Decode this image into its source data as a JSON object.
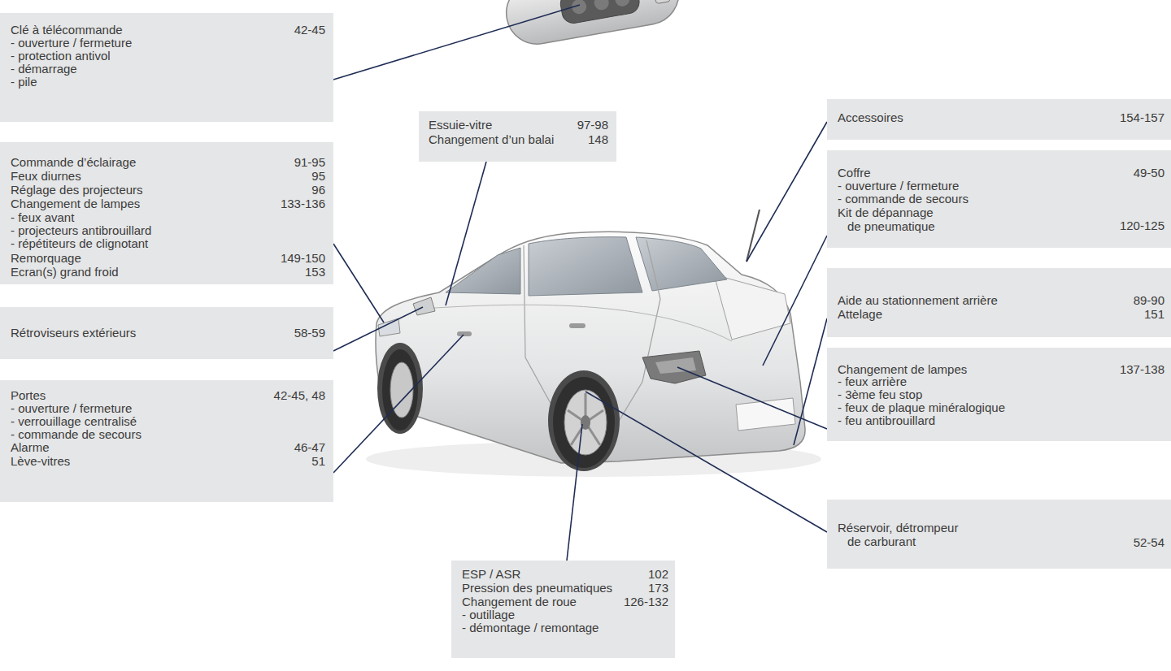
{
  "diagram": {
    "nodes": [
      {
        "text": [
          "Clé à télécommande",
          "42-45",
          "- ouverture / fermeture",
          "- protection antivol",
          "- démarrage",
          "- pile"
        ]
      },
      {
        "text": [
          "Commande d’éclairage",
          "91-95",
          "Feux diurnes",
          "95",
          "Réglage des projecteurs",
          "96",
          "Changement de lampes",
          "133-136",
          "- feux avant",
          "- projecteurs antibrouillard",
          "- répétiteurs de clignotant",
          "Remorquage",
          "149-150",
          "Ecran(s) grand froid",
          "153"
        ]
      },
      {
        "text": [
          "Rétroviseurs extérieurs",
          "58-59"
        ]
      },
      {
        "text": [
          "Portes",
          "42-45, 48",
          "- ouverture / fermeture",
          "- verrouillage centralisé",
          "- commande de secours",
          "Alarme",
          "46-47",
          "Lève-vitres",
          "51"
        ]
      },
      {
        "text": [
          "Essuie-vitre",
          "97-98",
          "Changement d’un balai",
          "148"
        ]
      },
      {
        "text": [
          "ESP / ASR",
          "102",
          "Pression des pneumatiques",
          "173",
          "Changement de roue",
          "126-132",
          "- outillage",
          "- démontage / remontage"
        ]
      },
      {
        "text": [
          "Accessoires",
          "154-157"
        ]
      },
      {
        "text": [
          "Coffre",
          "49-50",
          "- ouverture / fermeture",
          "- commande de secours",
          "Kit de dépannage de pneumatique",
          "120-125"
        ]
      },
      {
        "text": [
          "Aide au stationnement arrière",
          "89-90",
          "Attelage",
          "151"
        ]
      },
      {
        "text": [
          "Changement de lampes",
          "137-138",
          "- feux arrière",
          "- 3ème feu stop",
          "- feux de plaque minéralogique",
          "- feu antibrouillard"
        ]
      },
      {
        "text": [
          "Réservoir, détrompeur de carburant",
          "52-54"
        ]
      }
    ]
  }
}
